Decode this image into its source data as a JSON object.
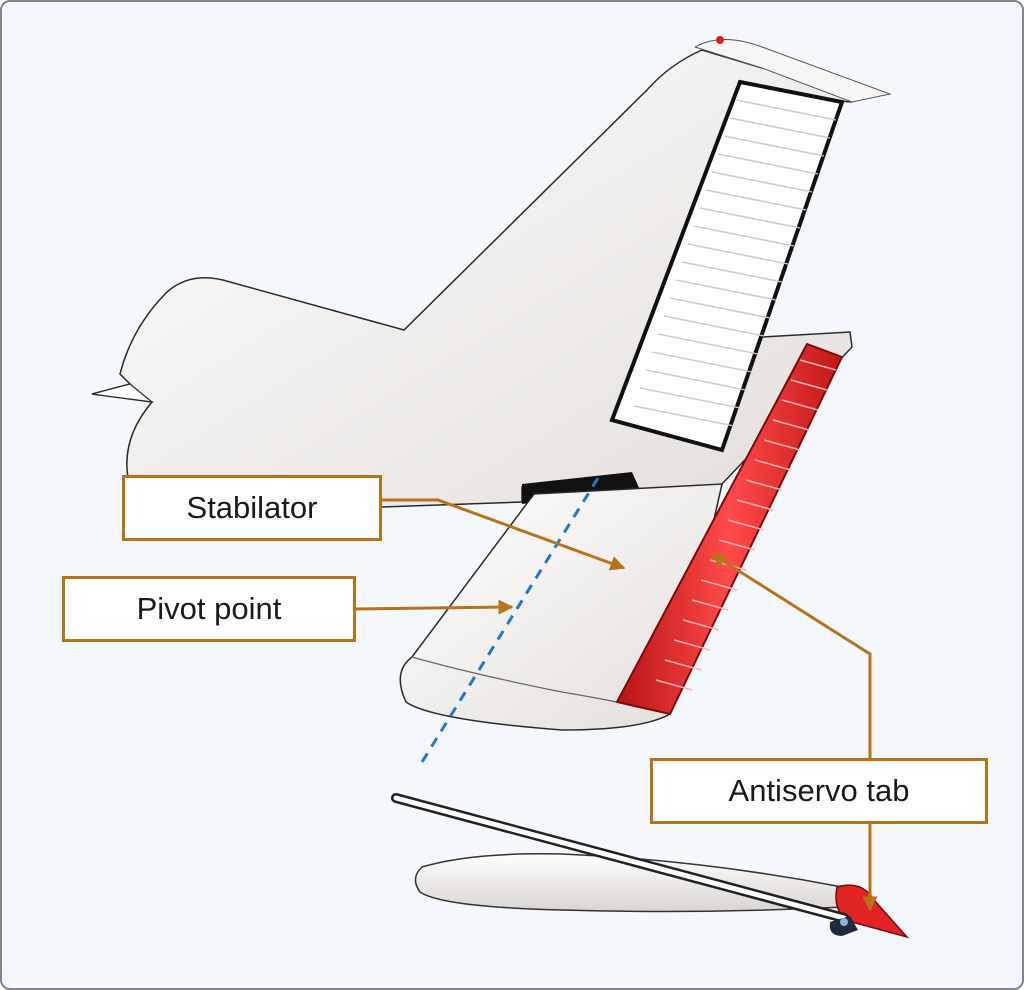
{
  "diagram": {
    "labels": {
      "stabilator": "Stabilator",
      "pivot_point": "Pivot point",
      "antiservo_tab": "Antiservo tab"
    },
    "colors": {
      "background": "#f4f8fc",
      "frame": "#7a8896",
      "callout_border": "#b8721c",
      "leader": "#b8721c",
      "tab": "#e02424",
      "pivot_line": "#1f78c8",
      "skin": "#f3f1ef",
      "outline": "#2a2a2a"
    }
  }
}
